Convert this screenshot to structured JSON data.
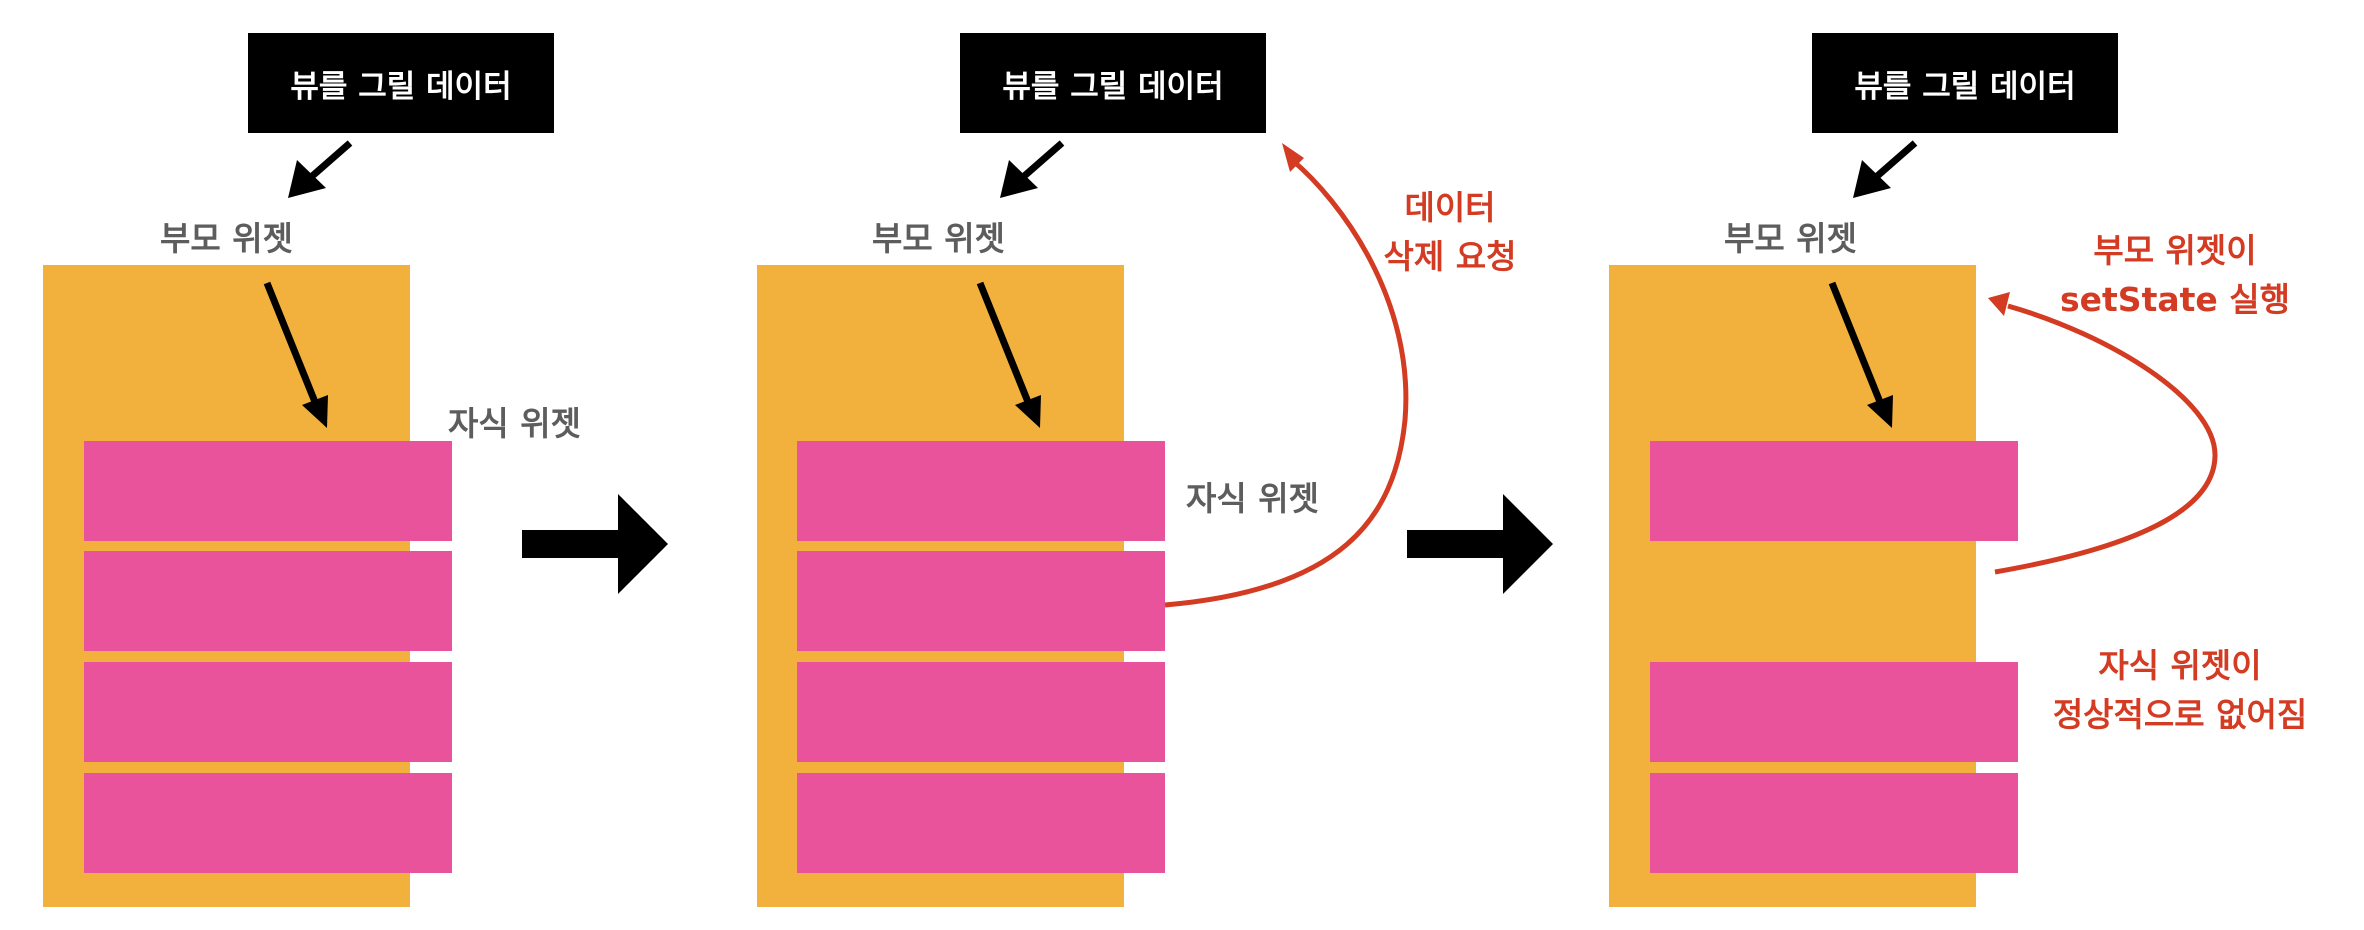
{
  "colors": {
    "parent_widget": "#f2b13c",
    "child_widget": "#e8539c",
    "data_box": "#000000",
    "gray_text": "#5d5d5d",
    "red_annotation": "#d33b22",
    "arrow": "#000000"
  },
  "panels": [
    {
      "data_box_label": "뷰를 그릴 데이터",
      "parent_label": "부모 위젯",
      "child_label": "자식 위젯",
      "child_rows": [
        true,
        true,
        true,
        true
      ]
    },
    {
      "data_box_label": "뷰를 그릴 데이터",
      "parent_label": "부모 위젯",
      "child_label": "자식 위젯",
      "annotation_lines": [
        "데이터",
        "삭제 요청"
      ],
      "child_rows": [
        true,
        true,
        true,
        true
      ]
    },
    {
      "data_box_label": "뷰를 그릴 데이터",
      "parent_label": "부모 위젯",
      "annotation_top_lines": [
        "부모 위젯이",
        "setState 실행"
      ],
      "annotation_bottom_lines": [
        "자식 위젯이",
        "정상적으로 없어짐"
      ],
      "child_rows": [
        true,
        false,
        true,
        true
      ]
    }
  ],
  "icons": {
    "transition_arrow": "right-arrow-icon",
    "data_flow_arrow": "diagonal-arrow-icon",
    "request_curve": "curved-arrow-icon"
  }
}
